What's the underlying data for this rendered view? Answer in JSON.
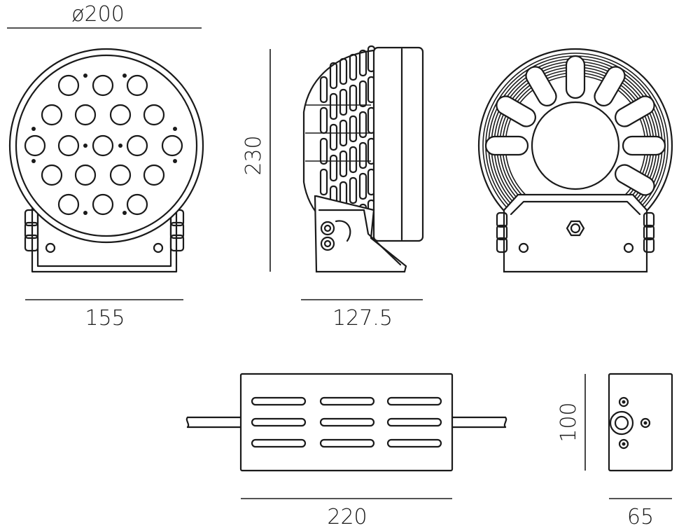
{
  "dimensions": {
    "front_diameter": "ø200",
    "front_width": "155",
    "side_height": "230",
    "side_depth": "127.5",
    "driver_length": "220",
    "driver_height": "100",
    "driver_depth": "65"
  },
  "colors": {
    "line": "#1a1a1a",
    "background": "#ffffff"
  }
}
